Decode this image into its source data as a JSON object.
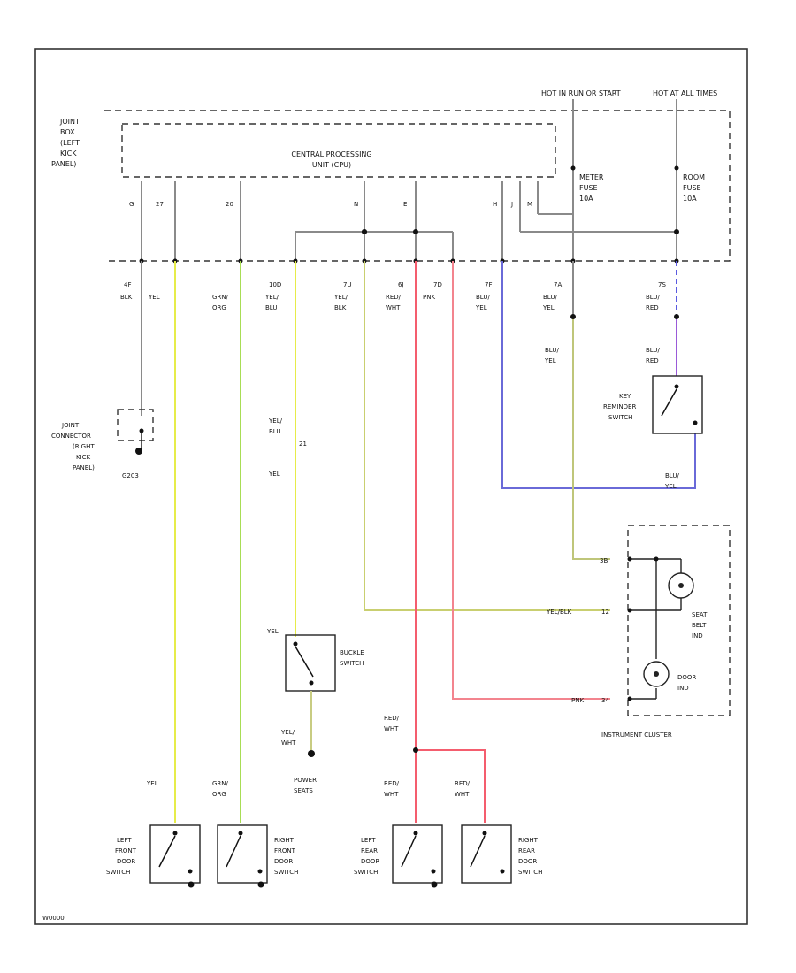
{
  "header": {
    "hot_run": "HOT IN RUN OR START",
    "hot_all": "HOT AT ALL TIMES"
  },
  "joint_box": {
    "label_lines": [
      "JOINT",
      "BOX",
      "(LEFT",
      "KICK",
      "PANEL)"
    ]
  },
  "cpu": {
    "label_lines": [
      "CENTRAL PROCESSING",
      "UNIT (CPU)"
    ],
    "pins": [
      "G",
      "27",
      "20",
      "N",
      "E",
      "H",
      "J",
      "M"
    ]
  },
  "fuses": [
    {
      "lines": [
        "METER",
        "FUSE",
        "10A"
      ]
    },
    {
      "lines": [
        "ROOM",
        "FUSE",
        "10A"
      ]
    }
  ],
  "wires": {
    "w1": {
      "pin": "4F",
      "color": "BLK"
    },
    "w2": {
      "color": "YEL"
    },
    "w3": {
      "color_lines": [
        "GRN/",
        "ORG"
      ]
    },
    "w4": {
      "pin": "10D",
      "color_lines": [
        "YEL/",
        "BLU"
      ]
    },
    "w5": {
      "pin": "7U",
      "color_lines": [
        "YEL/",
        "BLK"
      ]
    },
    "w6": {
      "pin": "6J",
      "color_lines": [
        "RED/",
        "WHT"
      ]
    },
    "w7": {
      "pin": "7D",
      "color": "PNK"
    },
    "w8": {
      "pin": "7F",
      "color_lines": [
        "BLU/",
        "YEL"
      ]
    },
    "w9": {
      "pin": "7A",
      "color_lines": [
        "BLU/",
        "YEL"
      ]
    },
    "w10": {
      "pin": "7S",
      "color_lines": [
        "BLU/",
        "RED"
      ]
    }
  },
  "mid_labels": {
    "blu_yel_left": [
      "BLU/",
      "YEL"
    ],
    "blu_red_right": [
      "BLU/",
      "RED"
    ],
    "yel_blu_mid": [
      "YEL/",
      "BLU"
    ],
    "yel_blu_pin": "21",
    "yel": "YEL",
    "blu_yel_bottom": [
      "BLU/",
      "YEL"
    ],
    "yel_blk_cluster": "YEL/BLK",
    "yel_blk_pin": "12",
    "grn_pin": "3B",
    "pnk_cluster": "PNK",
    "pnk_pin": "34"
  },
  "joint_connector": {
    "label_lines": [
      "JOINT",
      "CONNECTOR",
      "(RIGHT",
      "KICK",
      "PANEL)"
    ],
    "ground": "G203"
  },
  "key_reminder": {
    "label_lines": [
      "KEY",
      "REMINDER",
      "SWITCH"
    ]
  },
  "instrument_cluster": {
    "caption": "INSTRUMENT CLUSTER",
    "seat_belt_lines": [
      "SEAT",
      "BELT",
      "IND"
    ],
    "door_lines": [
      "DOOR",
      "IND"
    ]
  },
  "buckle": {
    "wire_top": "YEL",
    "label_lines": [
      "BUCKLE",
      "SWITCH"
    ],
    "wire_bottom_lines": [
      "YEL/",
      "WHT"
    ],
    "power_seats_lines": [
      "POWER",
      "SEATS"
    ]
  },
  "red_splice": {
    "lines": [
      "RED/",
      "WHT"
    ]
  },
  "door_switches": [
    {
      "wire_lines": [
        "YEL"
      ],
      "label_lines": [
        "LEFT",
        "FRONT",
        "DOOR",
        "SWITCH"
      ]
    },
    {
      "wire_lines": [
        "GRN/",
        "ORG"
      ],
      "label_lines": [
        "RIGHT",
        "FRONT",
        "DOOR",
        "SWITCH"
      ]
    },
    {
      "wire_lines": [
        "RED/",
        "WHT"
      ],
      "label_lines": [
        "LEFT",
        "REAR",
        "DOOR",
        "SWITCH"
      ]
    },
    {
      "wire_lines": [
        "RED/",
        "WHT"
      ],
      "label_lines": [
        "RIGHT",
        "REAR",
        "DOOR",
        "SWITCH"
      ]
    }
  ],
  "footer_code": "W0000"
}
